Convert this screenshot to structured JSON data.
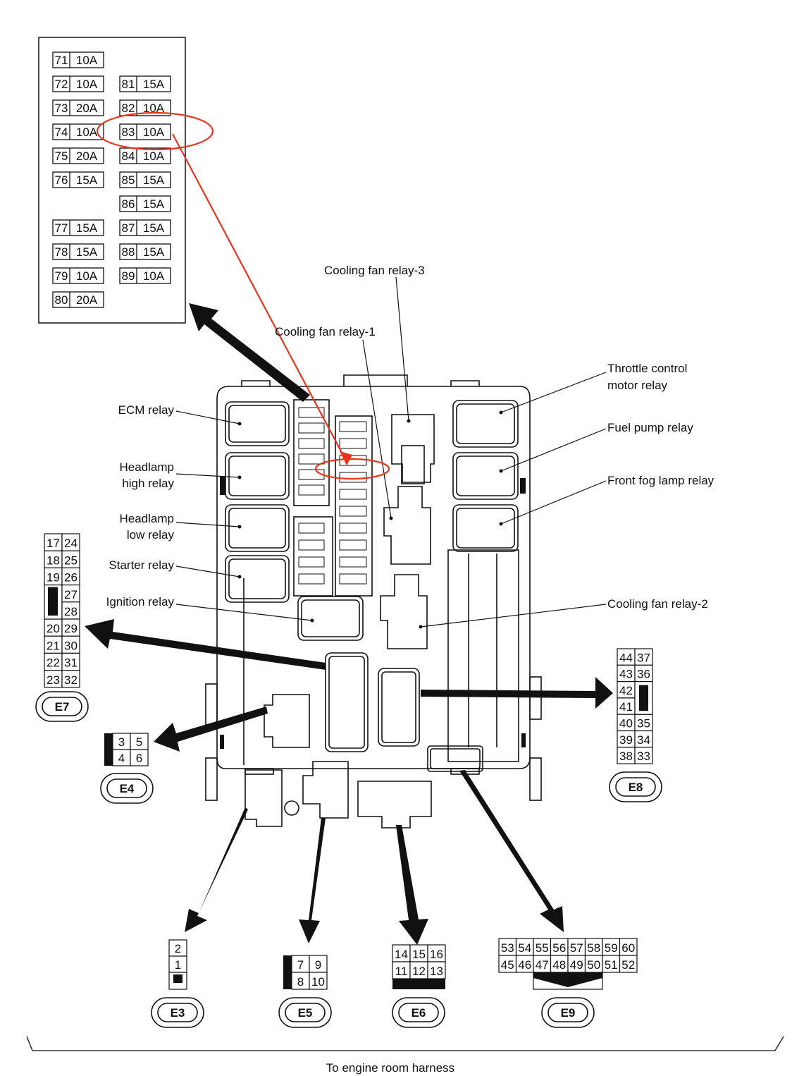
{
  "fuse_table": {
    "left_column": [
      {
        "no": "71",
        "amp": "10A"
      },
      {
        "no": "72",
        "amp": "10A"
      },
      {
        "no": "73",
        "amp": "20A"
      },
      {
        "no": "74",
        "amp": "10A"
      },
      {
        "no": "75",
        "amp": "20A"
      },
      {
        "no": "76",
        "amp": "15A"
      },
      {
        "no": "77",
        "amp": "15A"
      },
      {
        "no": "78",
        "amp": "15A"
      },
      {
        "no": "79",
        "amp": "10A"
      },
      {
        "no": "80",
        "amp": "20A"
      }
    ],
    "right_column": [
      {
        "no": "81",
        "amp": "15A"
      },
      {
        "no": "82",
        "amp": "10A"
      },
      {
        "no": "83",
        "amp": "10A"
      },
      {
        "no": "84",
        "amp": "10A"
      },
      {
        "no": "85",
        "amp": "15A"
      },
      {
        "no": "86",
        "amp": "15A"
      },
      {
        "no": "87",
        "amp": "15A"
      },
      {
        "no": "88",
        "amp": "15A"
      },
      {
        "no": "89",
        "amp": "10A"
      }
    ],
    "highlighted_fuse": "83"
  },
  "labels": {
    "cooling_fan_relay_3": "Cooling fan relay-3",
    "cooling_fan_relay_1": "Cooling fan relay-1",
    "cooling_fan_relay_2": "Cooling fan relay-2",
    "ecm_relay": "ECM relay",
    "headlamp_high_1": "Headlamp",
    "headlamp_high_2": "high relay",
    "headlamp_low_1": "Headlamp",
    "headlamp_low_2": "low relay",
    "starter_relay": "Starter relay",
    "ignition_relay": "Ignition relay",
    "throttle_1": "Throttle control",
    "throttle_2": "motor relay",
    "fuel_pump_relay": "Fuel pump relay",
    "front_fog_relay": "Front fog lamp relay",
    "footer": "To engine room harness"
  },
  "connectors": {
    "E7": {
      "name": "E7",
      "left": [
        "17",
        "18",
        "19",
        "",
        "",
        "20",
        "21",
        "22",
        "23"
      ],
      "right": [
        "24",
        "25",
        "26",
        "27",
        "28",
        "29",
        "30",
        "31",
        "32"
      ]
    },
    "E8": {
      "name": "E8",
      "left": [
        "44",
        "43",
        "42",
        "41",
        "40",
        "39",
        "38"
      ],
      "right": [
        "37",
        "36",
        "",
        "",
        "35",
        "34",
        "33"
      ]
    },
    "E4": {
      "name": "E4",
      "pins": [
        "3",
        "5",
        "4",
        "6"
      ]
    },
    "E3": {
      "name": "E3",
      "pins": [
        "2",
        "1"
      ]
    },
    "E5": {
      "name": "E5",
      "pins": [
        "7",
        "9",
        "8",
        "10"
      ]
    },
    "E6": {
      "name": "E6",
      "pins": [
        "14",
        "15",
        "16",
        "11",
        "12",
        "13"
      ]
    },
    "E9": {
      "name": "E9",
      "top": [
        "53",
        "54",
        "55",
        "56",
        "57",
        "58",
        "59",
        "60"
      ],
      "bottom": [
        "45",
        "46",
        "47",
        "48",
        "49",
        "50",
        "51",
        "52"
      ]
    }
  },
  "colors": {
    "highlight": "#e8341c",
    "line": "#111111"
  }
}
